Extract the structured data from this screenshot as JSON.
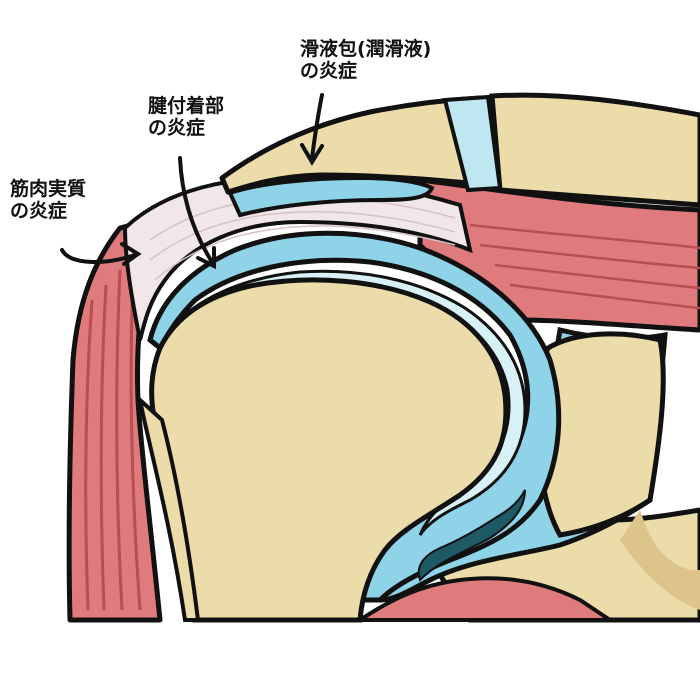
{
  "labels": {
    "bursa": {
      "line1": "滑液包(潤滑液)",
      "line2": "の炎症"
    },
    "insertion": {
      "line1": "腱付着部",
      "line2": "の炎症"
    },
    "muscle": {
      "line1": "筋肉実質",
      "line2": "の炎症"
    }
  },
  "colors": {
    "bone": "#ecdcaa",
    "bone_shade": "#ddc48a",
    "cartilage": "#8fd3e8",
    "cartilage_light": "#d8f1f7",
    "muscle": "#df7b7d",
    "muscle_line": "#b84d52",
    "tendon": "#f1e6e8",
    "outline": "#111111"
  }
}
